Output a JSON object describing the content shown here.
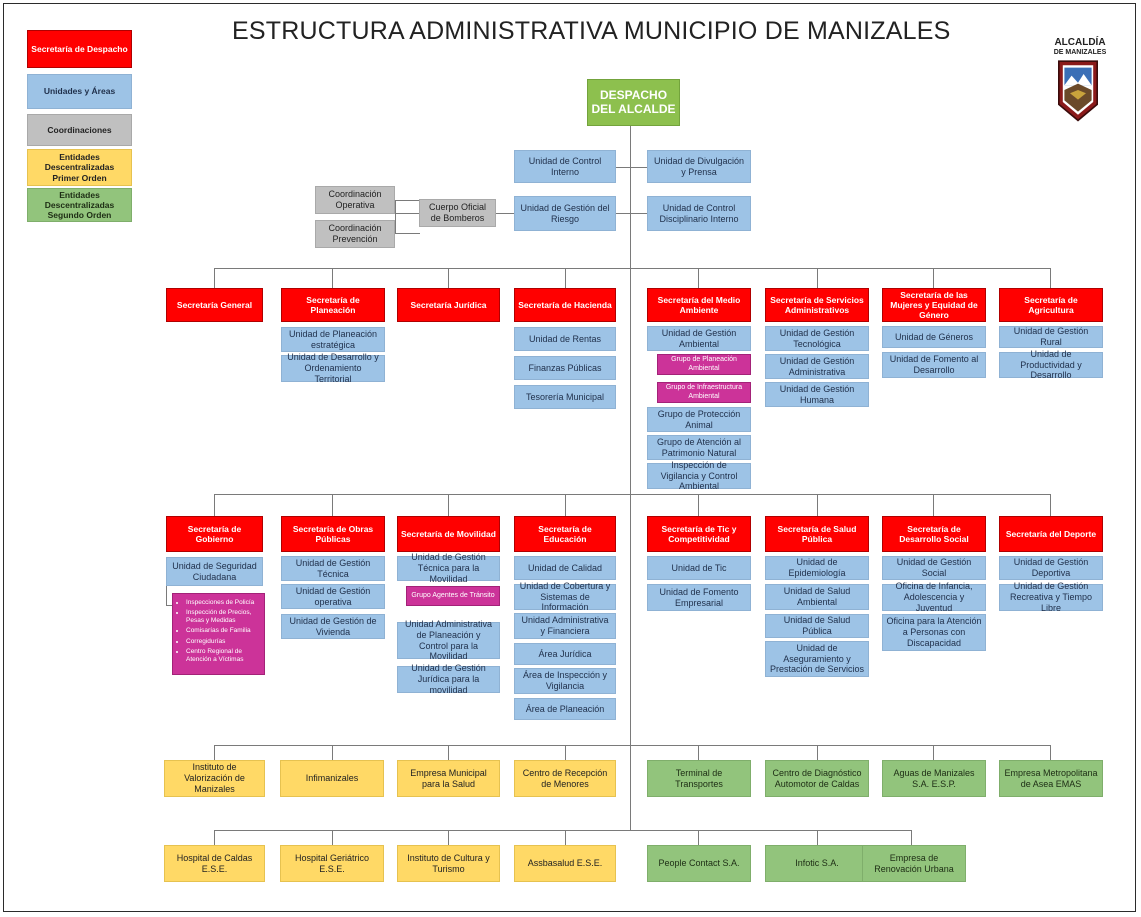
{
  "title": "ESTRUCTURA ADMINISTRATIVA MUNICIPIO DE MANIZALES",
  "logo": {
    "line1": "ALCALDÍA",
    "line2": "DE MANIZALES"
  },
  "legend": {
    "despacho": "Secretaría de Despacho",
    "unidades": "Unidades y Áreas",
    "coordinaciones": "Coordinaciones",
    "primer_orden": "Entidades Descentralizadas Primer Orden",
    "segundo_orden": "Entidades Descentralizadas Segundo Orden"
  },
  "colors": {
    "red": "#ff0000",
    "blue": "#9dc3e6",
    "gray": "#c0c0c0",
    "yellow": "#ffd966",
    "green": "#92c47c",
    "magenta": "#cc3399",
    "top": "#8dc04e"
  },
  "top": {
    "despacho": "DESPACHO DEL ALCALDE"
  },
  "direct": {
    "control_interno": "Unidad de Control Interno",
    "divulgacion": "Unidad de Divulgación y Prensa",
    "gestion_riesgo": "Unidad de Gestión del Riesgo",
    "control_disciplinario": "Unidad de Control Disciplinario Interno",
    "bomberos": "Cuerpo Oficial de Bomberos",
    "coord_operativa": "Coordinación Operativa",
    "coord_prevencion": "Coordinación Prevención"
  },
  "row1": {
    "general": {
      "title": "Secretaría General"
    },
    "planeacion": {
      "title": "Secretaría de Planeación",
      "units": [
        "Unidad de Planeación estratégica",
        "Unidad de Desarrollo y Ordenamiento Territorial"
      ]
    },
    "juridica": {
      "title": "Secretaría Jurídica"
    },
    "hacienda": {
      "title": "Secretaría de Hacienda",
      "units": [
        "Unidad de Rentas",
        "Finanzas Públicas",
        "Tesorería Municipal"
      ]
    },
    "medio_ambiente": {
      "title": "Secretaría del Medio Ambiente",
      "units": [
        "Unidad de Gestión Ambiental",
        "Grupo de Planeación Ambiental",
        "Grupo de Infraestructura Ambiental",
        "Grupo de Protección Animal",
        "Grupo de Atención al Patrimonio Natural",
        "Inspección de Vigilancia y Control Ambiental"
      ]
    },
    "servicios": {
      "title": "Secretaría de Servicios Administrativos",
      "units": [
        "Unidad de Gestión Tecnológica",
        "Unidad de Gestión Administrativa",
        "Unidad de Gestión Humana"
      ]
    },
    "mujeres": {
      "title": "Secretaría de las Mujeres y Equidad de Género",
      "units": [
        "Unidad de Géneros",
        "Unidad de Fomento al Desarrollo"
      ]
    },
    "agricultura": {
      "title": "Secretaría de Agricultura",
      "units": [
        "Unidad de Gestión Rural",
        "Unidad de Productividad y Desarrollo"
      ]
    }
  },
  "row2": {
    "gobierno": {
      "title": "Secretaría de Gobierno",
      "units": [
        "Unidad de Seguridad Ciudadana"
      ],
      "bullets": [
        "Inspecciones de Policía",
        "Inspección de Precios, Pesas y Medidas",
        "Comisarías de Familia",
        "Corregidurías",
        "Centro Regional de Atención a Víctimas"
      ]
    },
    "obras": {
      "title": "Secretaría de Obras Públicas",
      "units": [
        "Unidad de Gestión Técnica",
        "Unidad de Gestión operativa",
        "Unidad de Gestión de Vivienda"
      ]
    },
    "movilidad": {
      "title": "Secretaría de Movilidad",
      "units": [
        "Unidad de Gestión Técnica para la Movilidad",
        "Grupo Agentes de Tránsito",
        "Unidad Administrativa de Planeación y Control para la Movilidad",
        "Unidad de Gestión Jurídica para la movilidad"
      ]
    },
    "educacion": {
      "title": "Secretaría de Educación",
      "units": [
        "Unidad de Calidad",
        "Unidad de Cobertura y Sistemas de Información",
        "Unidad Administrativa y Financiera",
        "Área Jurídica",
        "Área de Inspección y Vigilancia",
        "Área de Planeación"
      ]
    },
    "tic": {
      "title": "Secretaría de Tic y Competitividad",
      "units": [
        "Unidad de Tic",
        "Unidad de Fomento Empresarial"
      ]
    },
    "salud": {
      "title": "Secretaría de Salud Pública",
      "units": [
        "Unidad de Epidemiología",
        "Unidad de Salud Ambiental",
        "Unidad de Salud Pública",
        "Unidad de Aseguramiento y Prestación de Servicios"
      ]
    },
    "desarrollo": {
      "title": "Secretaría de Desarrollo Social",
      "units": [
        "Unidad de Gestión Social",
        "Oficina de Infancia, Adolescencia y Juventud",
        "Oficina para la Atención a Personas con Discapacidad"
      ]
    },
    "deporte": {
      "title": "Secretaría del Deporte",
      "units": [
        "Unidad de Gestión Deportiva",
        "Unidad de Gestión Recreativa y Tiempo Libre"
      ]
    }
  },
  "entities1": [
    "Instituto de Valorización de Manizales",
    "Infimanizales",
    "Empresa Municipal para la Salud",
    "Centro de Recepción de Menores",
    "Terminal de Transportes",
    "Centro de Diagnóstico Automotor de Caldas",
    "Aguas de Manizales S.A. E.S.P.",
    "Empresa Metropolitana de Asea EMAS"
  ],
  "entities2": [
    "Hospital de Caldas E.S.E.",
    "Hospital Geriátrico E.S.E.",
    "Instituto de Cultura y Turismo",
    "Assbasalud E.S.E.",
    "People Contact S.A.",
    "Infotic S.A.",
    "Empresa de Renovación Urbana"
  ]
}
